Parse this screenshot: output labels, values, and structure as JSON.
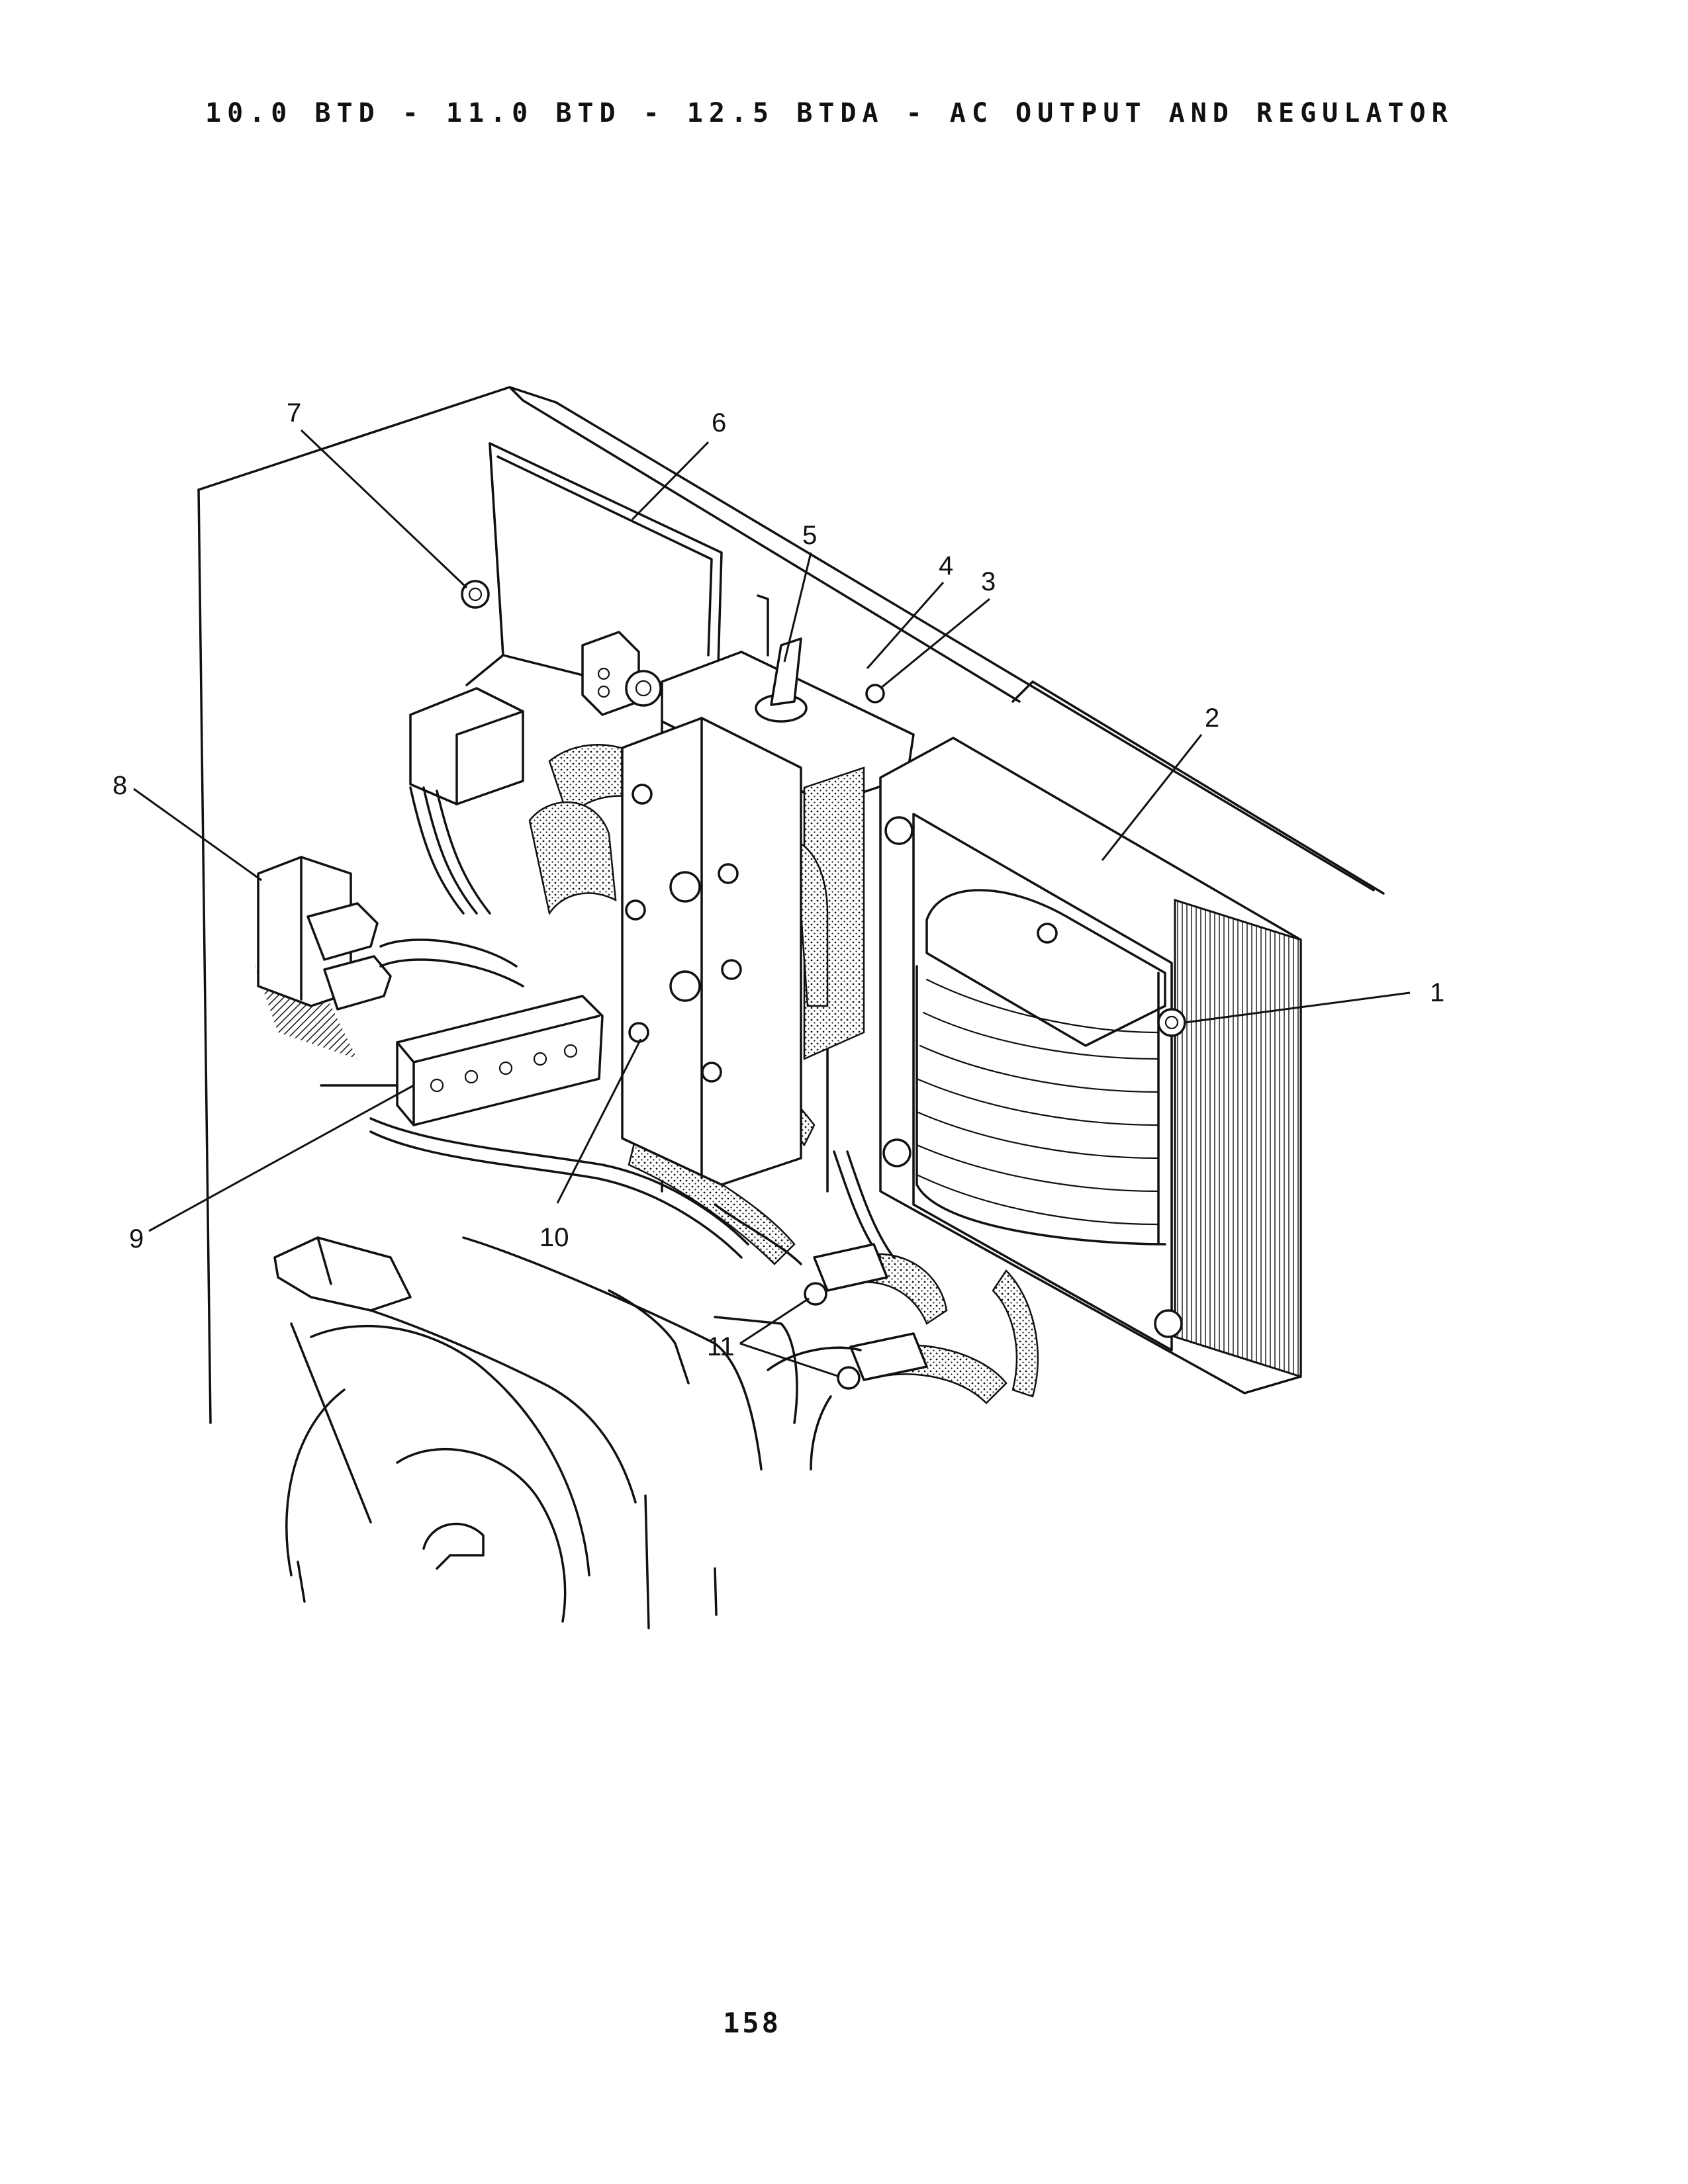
{
  "page": {
    "title": "10.0 BTD - 11.0 BTD - 12.5 BTDA - AC OUTPUT AND REGULATOR",
    "page_number": "158"
  },
  "callouts": [
    "1",
    "2",
    "3",
    "4",
    "5",
    "6",
    "7",
    "8",
    "9",
    "10",
    "11"
  ],
  "colors": {
    "ink": "#111111",
    "paper": "#ffffff"
  }
}
